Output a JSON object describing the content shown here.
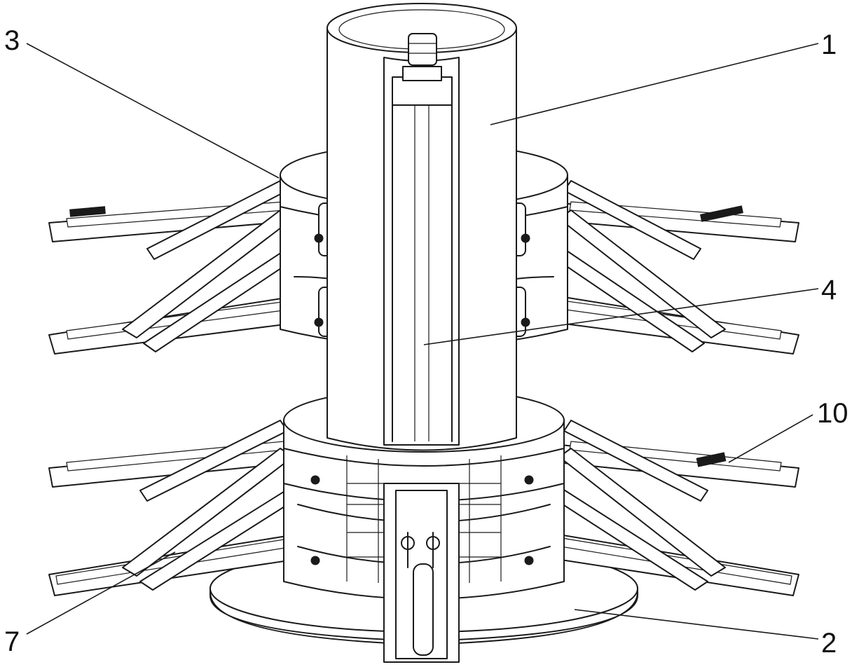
{
  "callouts": [
    {
      "id": "c1",
      "text": "1"
    },
    {
      "id": "c2",
      "text": "2"
    },
    {
      "id": "c3",
      "text": "3"
    },
    {
      "id": "c4",
      "text": "4"
    },
    {
      "id": "c7",
      "text": "7"
    },
    {
      "id": "c10",
      "text": "10"
    }
  ]
}
